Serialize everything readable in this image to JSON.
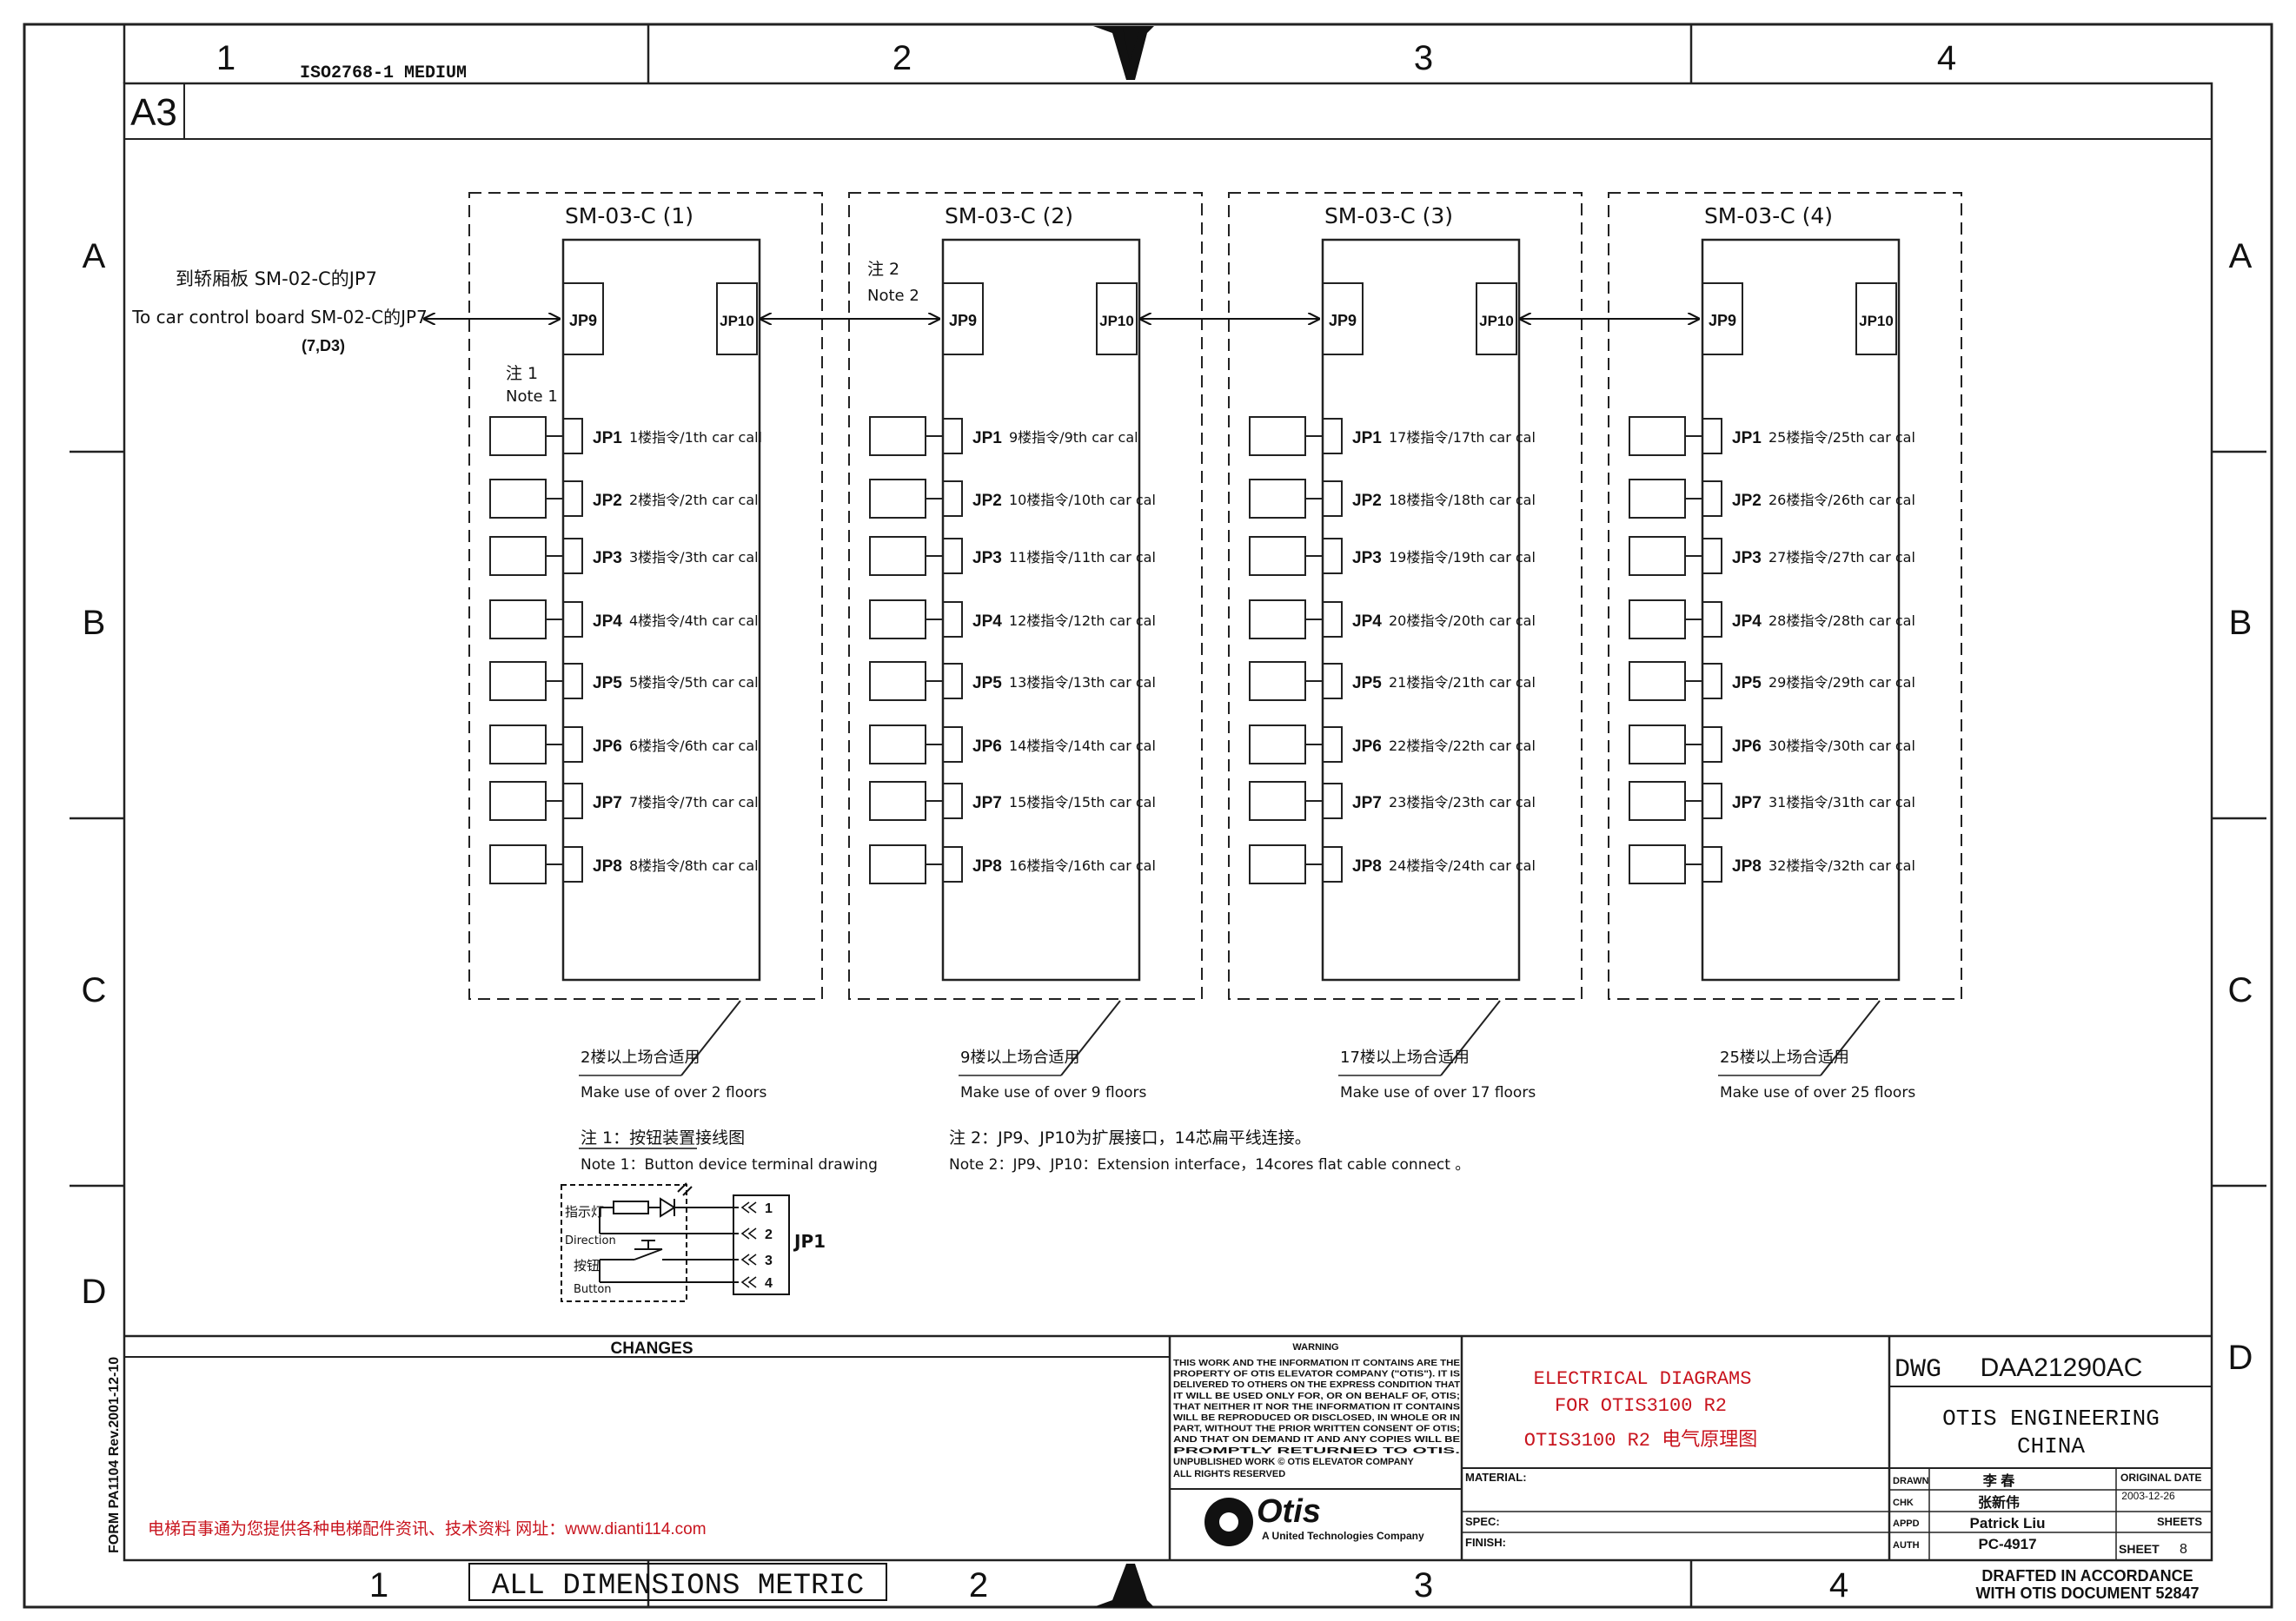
{
  "frame": {
    "top_cols": [
      "1",
      "2",
      "3",
      "4"
    ],
    "bottom_cols": [
      "1",
      "2",
      "3",
      "4"
    ],
    "rows_left": [
      "A",
      "B",
      "C",
      "D"
    ],
    "rows_right": [
      "A",
      "B",
      "C",
      "D"
    ],
    "paper_standard": "ISO2768-1 MEDIUM",
    "sheet_size": "A3",
    "form_code": "FORM PA1104   Rev.2001-12-10",
    "footer_note": "电梯百事通为您提供各种电梯配件资讯、技术资料   网址：www.dianti114.com",
    "dimensions_note": "ALL DIMENSIONS METRIC",
    "drafted_note": [
      "DRAFTED IN ACCORDANCE",
      "WITH OTIS DOCUMENT 52847"
    ]
  },
  "diagram": {
    "boards": [
      {
        "title": "SM-03-C (1)",
        "jp9": "JP9",
        "jp10": "JP10",
        "ports": [
          {
            "id": "JP1",
            "label": "1楼指令/1th car call"
          },
          {
            "id": "JP2",
            "label": "2楼指令/2th car cal"
          },
          {
            "id": "JP3",
            "label": "3楼指令/3th car cal"
          },
          {
            "id": "JP4",
            "label": "4楼指令/4th car cal"
          },
          {
            "id": "JP5",
            "label": "5楼指令/5th car cal"
          },
          {
            "id": "JP6",
            "label": "6楼指令/6th car cal"
          },
          {
            "id": "JP7",
            "label": "7楼指令/7th car cal"
          },
          {
            "id": "JP8",
            "label": "8楼指令/8th car cal"
          }
        ],
        "usage_cn": "2楼以上场合适用",
        "usage_en": "Make use of over 2 floors"
      },
      {
        "title": "SM-03-C (2)",
        "jp9": "JP9",
        "jp10": "JP10",
        "ports": [
          {
            "id": "JP1",
            "label": "9楼指令/9th car cal"
          },
          {
            "id": "JP2",
            "label": "10楼指令/10th car cal"
          },
          {
            "id": "JP3",
            "label": "11楼指令/11th car cal"
          },
          {
            "id": "JP4",
            "label": "12楼指令/12th car cal"
          },
          {
            "id": "JP5",
            "label": "13楼指令/13th car cal"
          },
          {
            "id": "JP6",
            "label": "14楼指令/14th car cal"
          },
          {
            "id": "JP7",
            "label": "15楼指令/15th car cal"
          },
          {
            "id": "JP8",
            "label": "16楼指令/16th car cal"
          }
        ],
        "usage_cn": "9楼以上场合适用",
        "usage_en": "Make use of over 9 floors"
      },
      {
        "title": "SM-03-C (3)",
        "jp9": "JP9",
        "jp10": "JP10",
        "ports": [
          {
            "id": "JP1",
            "label": "17楼指令/17th car cal"
          },
          {
            "id": "JP2",
            "label": "18楼指令/18th car cal"
          },
          {
            "id": "JP3",
            "label": "19楼指令/19th car cal"
          },
          {
            "id": "JP4",
            "label": "20楼指令/20th car cal"
          },
          {
            "id": "JP5",
            "label": "21楼指令/21th car cal"
          },
          {
            "id": "JP6",
            "label": "22楼指令/22th car cal"
          },
          {
            "id": "JP7",
            "label": "23楼指令/23th car cal"
          },
          {
            "id": "JP8",
            "label": "24楼指令/24th car cal"
          }
        ],
        "usage_cn": "17楼以上场合适用",
        "usage_en": "Make use of over 17 floors"
      },
      {
        "title": "SM-03-C (4)",
        "jp9": "JP9",
        "jp10": "JP10",
        "ports": [
          {
            "id": "JP1",
            "label": "25楼指令/25th car cal"
          },
          {
            "id": "JP2",
            "label": "26楼指令/26th car cal"
          },
          {
            "id": "JP3",
            "label": "27楼指令/27th car cal"
          },
          {
            "id": "JP4",
            "label": "28楼指令/28th car cal"
          },
          {
            "id": "JP5",
            "label": "29楼指令/29th car cal"
          },
          {
            "id": "JP6",
            "label": "30楼指令/30th car cal"
          },
          {
            "id": "JP7",
            "label": "31楼指令/31th car cal"
          },
          {
            "id": "JP8",
            "label": "32楼指令/32th car cal"
          }
        ],
        "usage_cn": "25楼以上场合适用",
        "usage_en": "Make use of over 25 floors"
      }
    ],
    "to_car_board_cn": "到轿厢板 SM-02-C的JP7",
    "to_car_board_en": "To car control board SM-02-C的JP7",
    "to_car_board_ref": "(7,D3)",
    "note1_marker_cn": "注 1",
    "note1_marker_en": "Note 1",
    "note2_marker_cn": "注 2",
    "note2_marker_en": "Note 2",
    "note1_cn": "注 1：按钮装置接线图",
    "note1_en": "Note 1：Button device terminal drawing",
    "note2_cn": "注 2：JP9、JP10为扩展接口，14芯扁平线连接。",
    "note2_en": "Note 2：JP9、JP10：Extension interface，14cores flat cable connect 。",
    "detail": {
      "lamp_cn": "指示灯",
      "lamp_en": "Direction",
      "button_cn": "按钮",
      "button_en": "Button",
      "pins": [
        "1",
        "2",
        "3",
        "4"
      ],
      "connector": "JP1"
    }
  },
  "title_block": {
    "changes_header": "CHANGES",
    "warning_title": "WARNING",
    "warning_lines": [
      "THIS WORK AND THE INFORMATION IT CONTAINS ARE THE",
      "PROPERTY OF OTIS ELEVATOR COMPANY (\"OTIS\"). IT IS",
      "DELIVERED TO OTHERS ON THE EXPRESS CONDITION THAT",
      "IT WILL BE USED ONLY FOR, OR ON BEHALF OF, OTIS;",
      "THAT NEITHER IT NOR THE INFORMATION IT CONTAINS",
      "WILL BE REPRODUCED OR DISCLOSED, IN WHOLE OR IN",
      "PART, WITHOUT THE PRIOR WRITTEN CONSENT OF OTIS;",
      "AND THAT ON DEMAND IT AND ANY COPIES WILL BE",
      "PROMPTLY RETURNED TO OTIS."
    ],
    "unpublished": [
      "UNPUBLISHED WORK © OTIS ELEVATOR COMPANY",
      "ALL RIGHTS RESERVED"
    ],
    "logo_text": "Otis",
    "logo_sub": "A United Technologies Company",
    "title_lines": [
      "ELECTRICAL DIAGRAMS",
      "FOR OTIS3100 R2",
      "OTIS3100 R2 电气原理图"
    ],
    "material_label": "MATERIAL:",
    "spec_label": "SPEC:",
    "finish_label": "FINISH:",
    "dwg_label": "DWG",
    "dwg_number": "DAA21290AC",
    "company": [
      "OTIS ENGINEERING",
      "CHINA"
    ],
    "drawn_label": "DRAWN",
    "drawn_value": "李 春",
    "chk_label": "CHK",
    "chk_value": "张新伟",
    "appd_label": "APPD",
    "appd_value": "Patrick Liu",
    "auth_label": "AUTH",
    "auth_value": "PC-4917",
    "original_date_label": "ORIGINAL DATE",
    "original_date": "2003-12-26",
    "sheets_label": "SHEETS",
    "sheet_label": "SHEET",
    "sheet_value": "8"
  }
}
